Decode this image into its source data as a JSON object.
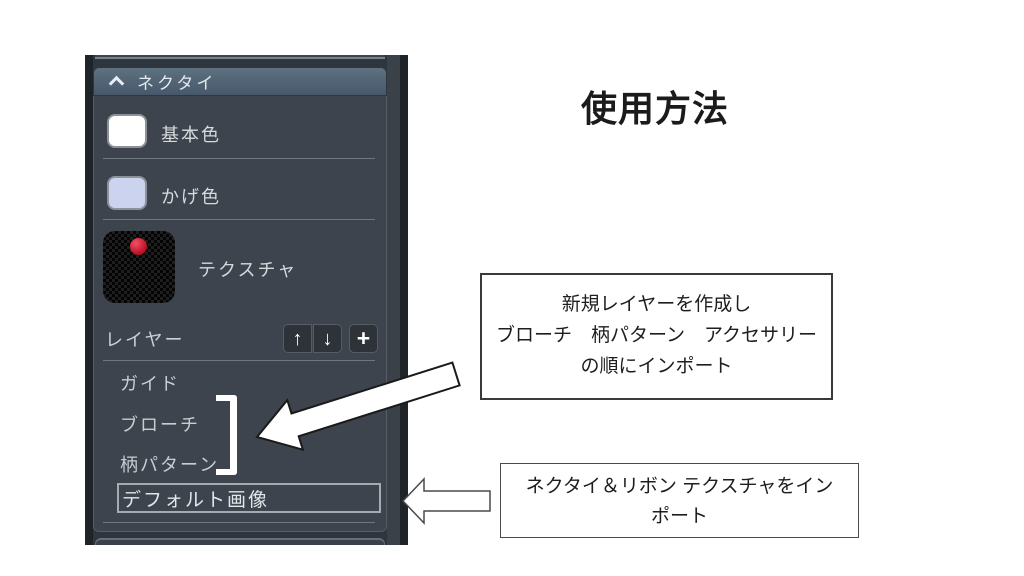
{
  "title": "使用方法",
  "panel": {
    "header": {
      "label": "ネクタイ",
      "collapse_icon": "chevron-up"
    },
    "rows": {
      "base_color": {
        "label": "基本色",
        "swatch_color": "#ffffff"
      },
      "shade_color": {
        "label": "かげ色",
        "swatch_color": "#ccd3ef"
      },
      "texture": {
        "label": "テクスチャ",
        "dot_color": "#c01225"
      },
      "layer": {
        "label": "レイヤー",
        "buttons": {
          "up": "↑",
          "down": "↓",
          "add": "+"
        }
      }
    },
    "layer_list": {
      "items": [
        "ガイド",
        "ブローチ",
        "柄パターン"
      ],
      "selected": "デフォルト画像"
    }
  },
  "annotations": {
    "box1": {
      "line1": "新規レイヤーを作成し",
      "line2": "ブローチ　柄パターン　アクセサリー",
      "line3": "の順にインポート"
    },
    "box2": {
      "line1": "ネクタイ＆リボン テクスチャをイン",
      "line2": "ポート"
    }
  },
  "colors": {
    "panel_bg": "#3d444d",
    "header_bg": "#50636f",
    "panel_frame": "#1f2429",
    "divider": "#70767d"
  }
}
